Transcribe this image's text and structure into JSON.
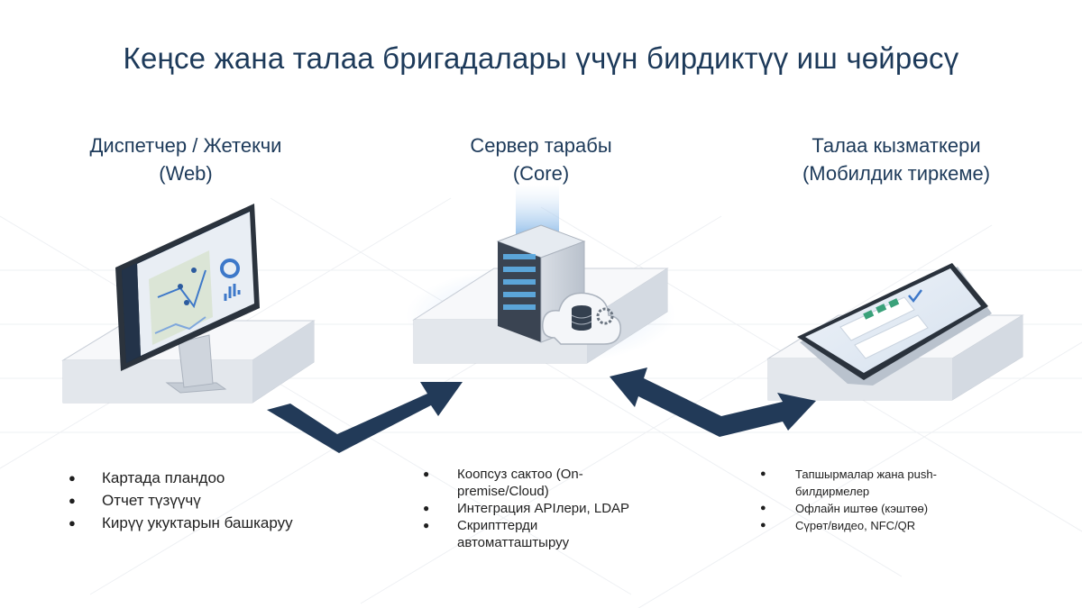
{
  "title": "Кеңсе жана талаа бригадалары үчүн бирдиктүү иш чөйрөсү",
  "columns": [
    {
      "heading_line1": "Диспетчер / Жетекчи",
      "heading_line2": "(Web)",
      "icon": "desktop-monitor-icon",
      "bullets": [
        "Картада пландоо",
        "Отчет түзүүчү",
        "Кирүү укуктарын башкаруу"
      ]
    },
    {
      "heading_line1": "Сервер тарабы",
      "heading_line2": "(Core)",
      "icon": "server-rack-icon",
      "bullets": [
        "Коопсуз сактоо (On-premise/Cloud)",
        "Интеграция APIлери, LDAP",
        "Скрипттерди автоматташтыруу"
      ]
    },
    {
      "heading_line1": "Талаа кызматкери",
      "heading_line2": "(Мобилдик тиркеме)",
      "icon": "smartphone-icon",
      "bullets": [
        "Тапшырмалар жана push-билдирмелер",
        "Офлайн иштөө (кэштөө)",
        "Сүрөт/видео, NFC/QR"
      ]
    }
  ],
  "colors": {
    "title": "#1d3a5a",
    "arrow": "#223a58",
    "platform": "#eef1f5",
    "screen_dark": "#1c2b3e"
  }
}
